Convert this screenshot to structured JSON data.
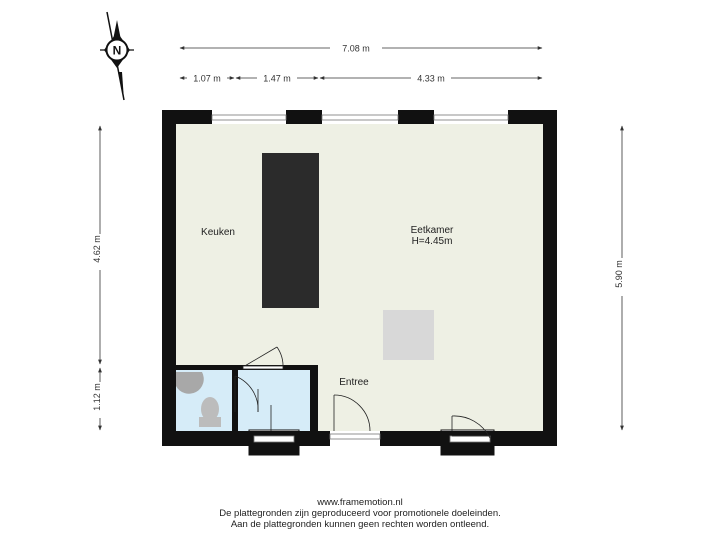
{
  "compass": {
    "letter": "N"
  },
  "dimensions": {
    "total_width": "7.08 m",
    "segment_1": "1.07 m",
    "segment_2": "1.47 m",
    "segment_3": "4.33 m",
    "left_upper": "4.62 m",
    "left_lower": "1.12 m",
    "right_total": "5.90 m"
  },
  "rooms": {
    "keuken": "Keuken",
    "eetkamer": "Eetkamer",
    "eetkamer_height": "H=4.45m",
    "entree": "Entree"
  },
  "footer": {
    "url": "www.framemotion.nl",
    "line1": "De plattegronden zijn geproduceerd voor promotionele doeleinden.",
    "line2": "Aan de plattegronden kunnen geen rechten worden ontleend."
  },
  "colors": {
    "wall": "#111111",
    "floor": "#eef0e4",
    "bathroom": "#d6ecf8",
    "island": "#2b2b2b",
    "table": "#d8d8d8",
    "dim_line": "#333333"
  }
}
